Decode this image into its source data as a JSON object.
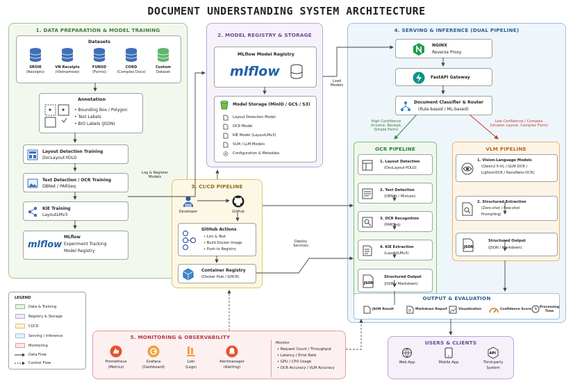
{
  "title": "DOCUMENT UNDERSTANDING SYSTEM ARCHITECTURE",
  "colors": {
    "data": "#7fb27a",
    "registry": "#a98ec7",
    "cicd": "#d9b84a",
    "serving": "#7ea7c9",
    "monitoring": "#d9777f",
    "ocr": "#5aa35a",
    "vlm": "#e09a3c"
  },
  "sec1": {
    "title": "1. DATA PREPARATION & MODEL TRAINING",
    "datasets_title": "Datasets",
    "datasets": [
      {
        "name": "SROIE",
        "sub": "(Receipts)"
      },
      {
        "name": "VN Receipts",
        "sub": "(Vietnamese)"
      },
      {
        "name": "FUNSD",
        "sub": "(Forms)"
      },
      {
        "name": "CORD",
        "sub": "(Complex Docs)"
      },
      {
        "name": "Custom",
        "sub": "Dataset"
      }
    ],
    "annotation_title": "Annotation",
    "annotation_items": [
      "Bounding Box / Polygon",
      "Text Labels",
      "BIO Labels (JSON)"
    ],
    "layout": {
      "title": "Layout Detection Training",
      "sub": "DocLayout-YOLO"
    },
    "ocr": {
      "title": "Text Detection / OCR Training",
      "sub": "DBNet / PARSeq"
    },
    "kie": {
      "title": "KIE Training",
      "sub": "LayoutLMv3"
    },
    "mlflow": {
      "logo": "mlflow",
      "title": "MLflow",
      "lines": [
        "Experiment Tracking",
        "Model Registry"
      ]
    }
  },
  "sec2": {
    "title": "2. MODEL REGISTRY & STORAGE",
    "registry_title": "MLflow Model Registry",
    "logo": "mlflow",
    "storage_title": "Model Storage (MinIO / GCS / S3)",
    "storage_items": [
      "Layout Detection Model",
      "OCR Model",
      "KIE Model (LayoutLMv3)",
      "VLM / LLM Models",
      "Configuration & Metadata"
    ]
  },
  "sec3": {
    "title": "3. CI/CD PIPELINE",
    "developer": "Developer",
    "github": "GitHub",
    "actions_title": "GitHub Actions",
    "actions_items": [
      "Lint & Test",
      "Build Docker Image",
      "Push to Registry"
    ],
    "registry_title": "Container Registry",
    "registry_sub": "(Docker Hub / GHCR)"
  },
  "sec4": {
    "title": "4. SERVING & INFERENCE (DUAL PIPELINE)",
    "nginx": {
      "title": "NGINX",
      "sub": "Reverse Proxy"
    },
    "fastapi": {
      "title": "FastAPI Gateway"
    },
    "classifier": {
      "title": "Document Classifier & Router",
      "sub": "(Rule-based / ML-based)"
    },
    "high_conf": [
      "High Confidence",
      "(Invoice, Receipt,",
      "Simple Form)"
    ],
    "low_conf": [
      "Low Confidence / Complex",
      "(Unseen Layout, Complex Form)"
    ],
    "ocr_title": "OCR PIPELINE",
    "ocr_steps": [
      {
        "title": "1. Layout Detection",
        "sub": "(DocLayout-YOLO)"
      },
      {
        "title": "2. Text Detection",
        "sub": "(DBNet / Mixture)"
      },
      {
        "title": "3. OCR Recognition",
        "sub": "(PARSeq)"
      },
      {
        "title": "4. KIE Extraction",
        "sub": "(LayoutLMv3)"
      },
      {
        "title": "Structured Output",
        "sub": "(JSON / Markdown)"
      }
    ],
    "vlm_title": "VLM PIPELINE",
    "vlm_steps": [
      {
        "title": "1. Vision-Language Models",
        "lines": [
          "(Qwen2.5-VL / GLM-OCR /",
          "LightonOCR / NanoNets-OCR)"
        ]
      },
      {
        "title": "2. Structured Extraction",
        "lines": [
          "(Zero-shot / Few-shot",
          "Prompting)"
        ]
      },
      {
        "title": "Structured Output",
        "lines": [
          "(JSON / Markdown)"
        ]
      }
    ],
    "output_title": "OUTPUT & EVALUATION",
    "outputs": [
      "JSON Result",
      "Markdown Report",
      "Visualization",
      "Confidence Score",
      "Processing Time"
    ]
  },
  "sec5": {
    "title": "5. MONITORING & OBSERVABILITY",
    "tools": [
      {
        "name": "Prometheus",
        "sub": "(Metrics)"
      },
      {
        "name": "Grafana",
        "sub": "(Dashboard)"
      },
      {
        "name": "Loki",
        "sub": "(Logs)"
      },
      {
        "name": "Alertmanager",
        "sub": "(Alerting)"
      }
    ],
    "monitor_title": "Monitor",
    "monitor_items": [
      "Request Count / Throughput",
      "Latency / Error Rate",
      "GPU / CPU Usage",
      "OCR Accuracy / VLM Accuracy"
    ]
  },
  "users": {
    "title": "USERS & CLIENTS",
    "items": [
      {
        "name": "Web App"
      },
      {
        "name": "Mobile App"
      },
      {
        "name": "Third-party",
        "sub": "System"
      }
    ]
  },
  "edges": {
    "log_register": [
      "Log & Register",
      "Models"
    ],
    "load_models": [
      "Load",
      "Models"
    ],
    "deploy": [
      "Deploy",
      "Services"
    ]
  },
  "legend": {
    "title": "LEGEND",
    "items": [
      "Data & Training",
      "Registry & Storage",
      "CI/CD",
      "Serving / Inference",
      "Monitoring"
    ],
    "flows": [
      "Data Flow",
      "Control Flow"
    ]
  }
}
